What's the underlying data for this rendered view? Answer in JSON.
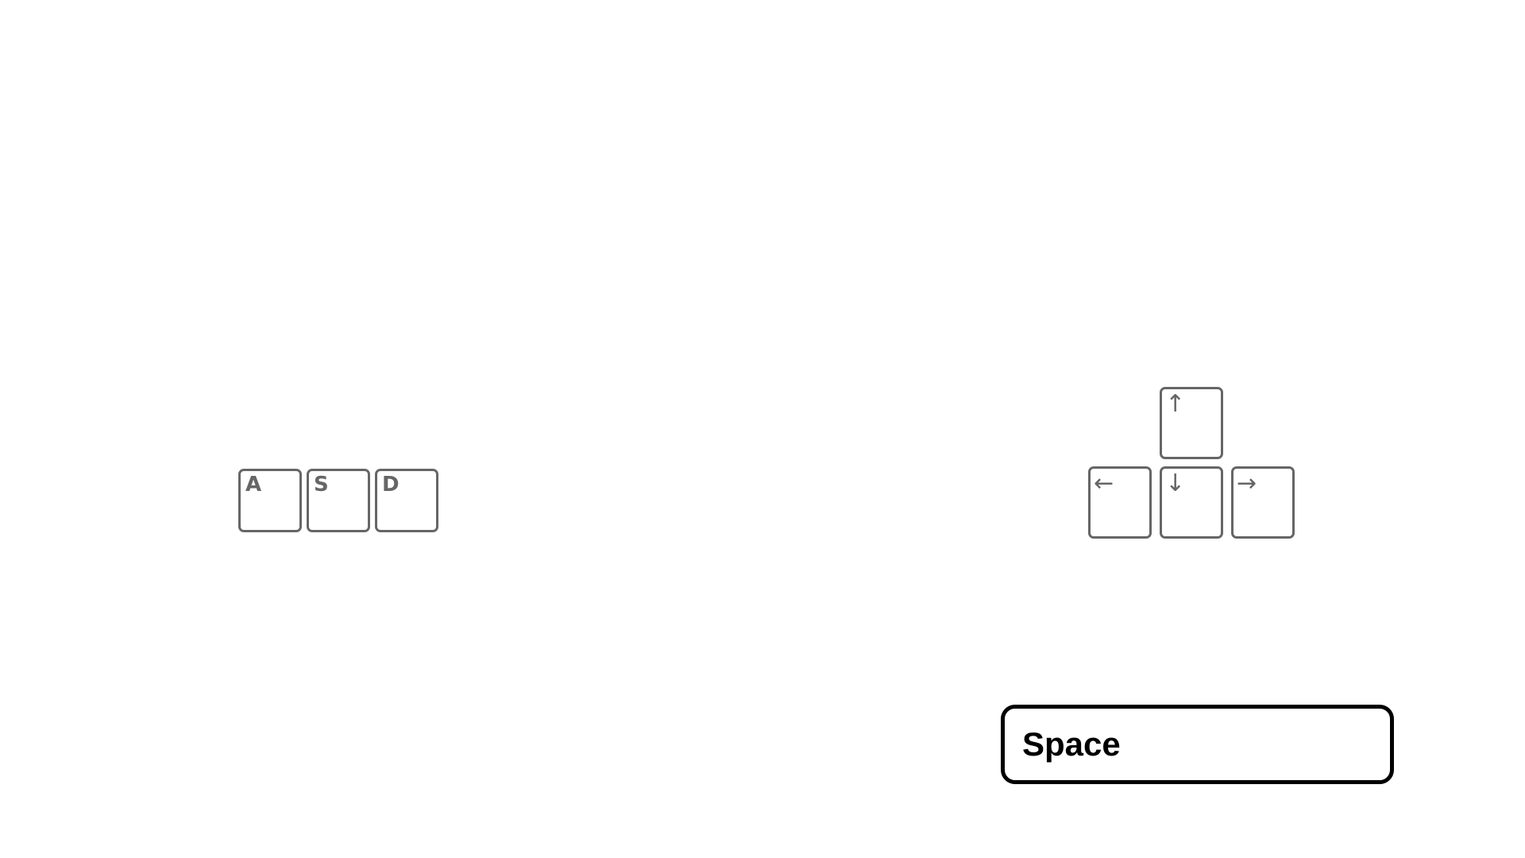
{
  "left_keys": [
    {
      "label": "A"
    },
    {
      "label": "S"
    },
    {
      "label": "D"
    }
  ],
  "arrow_keys": {
    "up": {
      "symbol": "↑",
      "icon": "arrow-up-icon"
    },
    "left": {
      "symbol": "←",
      "icon": "arrow-left-icon"
    },
    "down": {
      "symbol": "↓",
      "icon": "arrow-down-icon"
    },
    "right": {
      "symbol": "→",
      "icon": "arrow-right-icon"
    }
  },
  "space_key": {
    "label": "Space"
  },
  "colors": {
    "key_border": "#666666",
    "space_border": "#000000",
    "background": "#ffffff"
  }
}
